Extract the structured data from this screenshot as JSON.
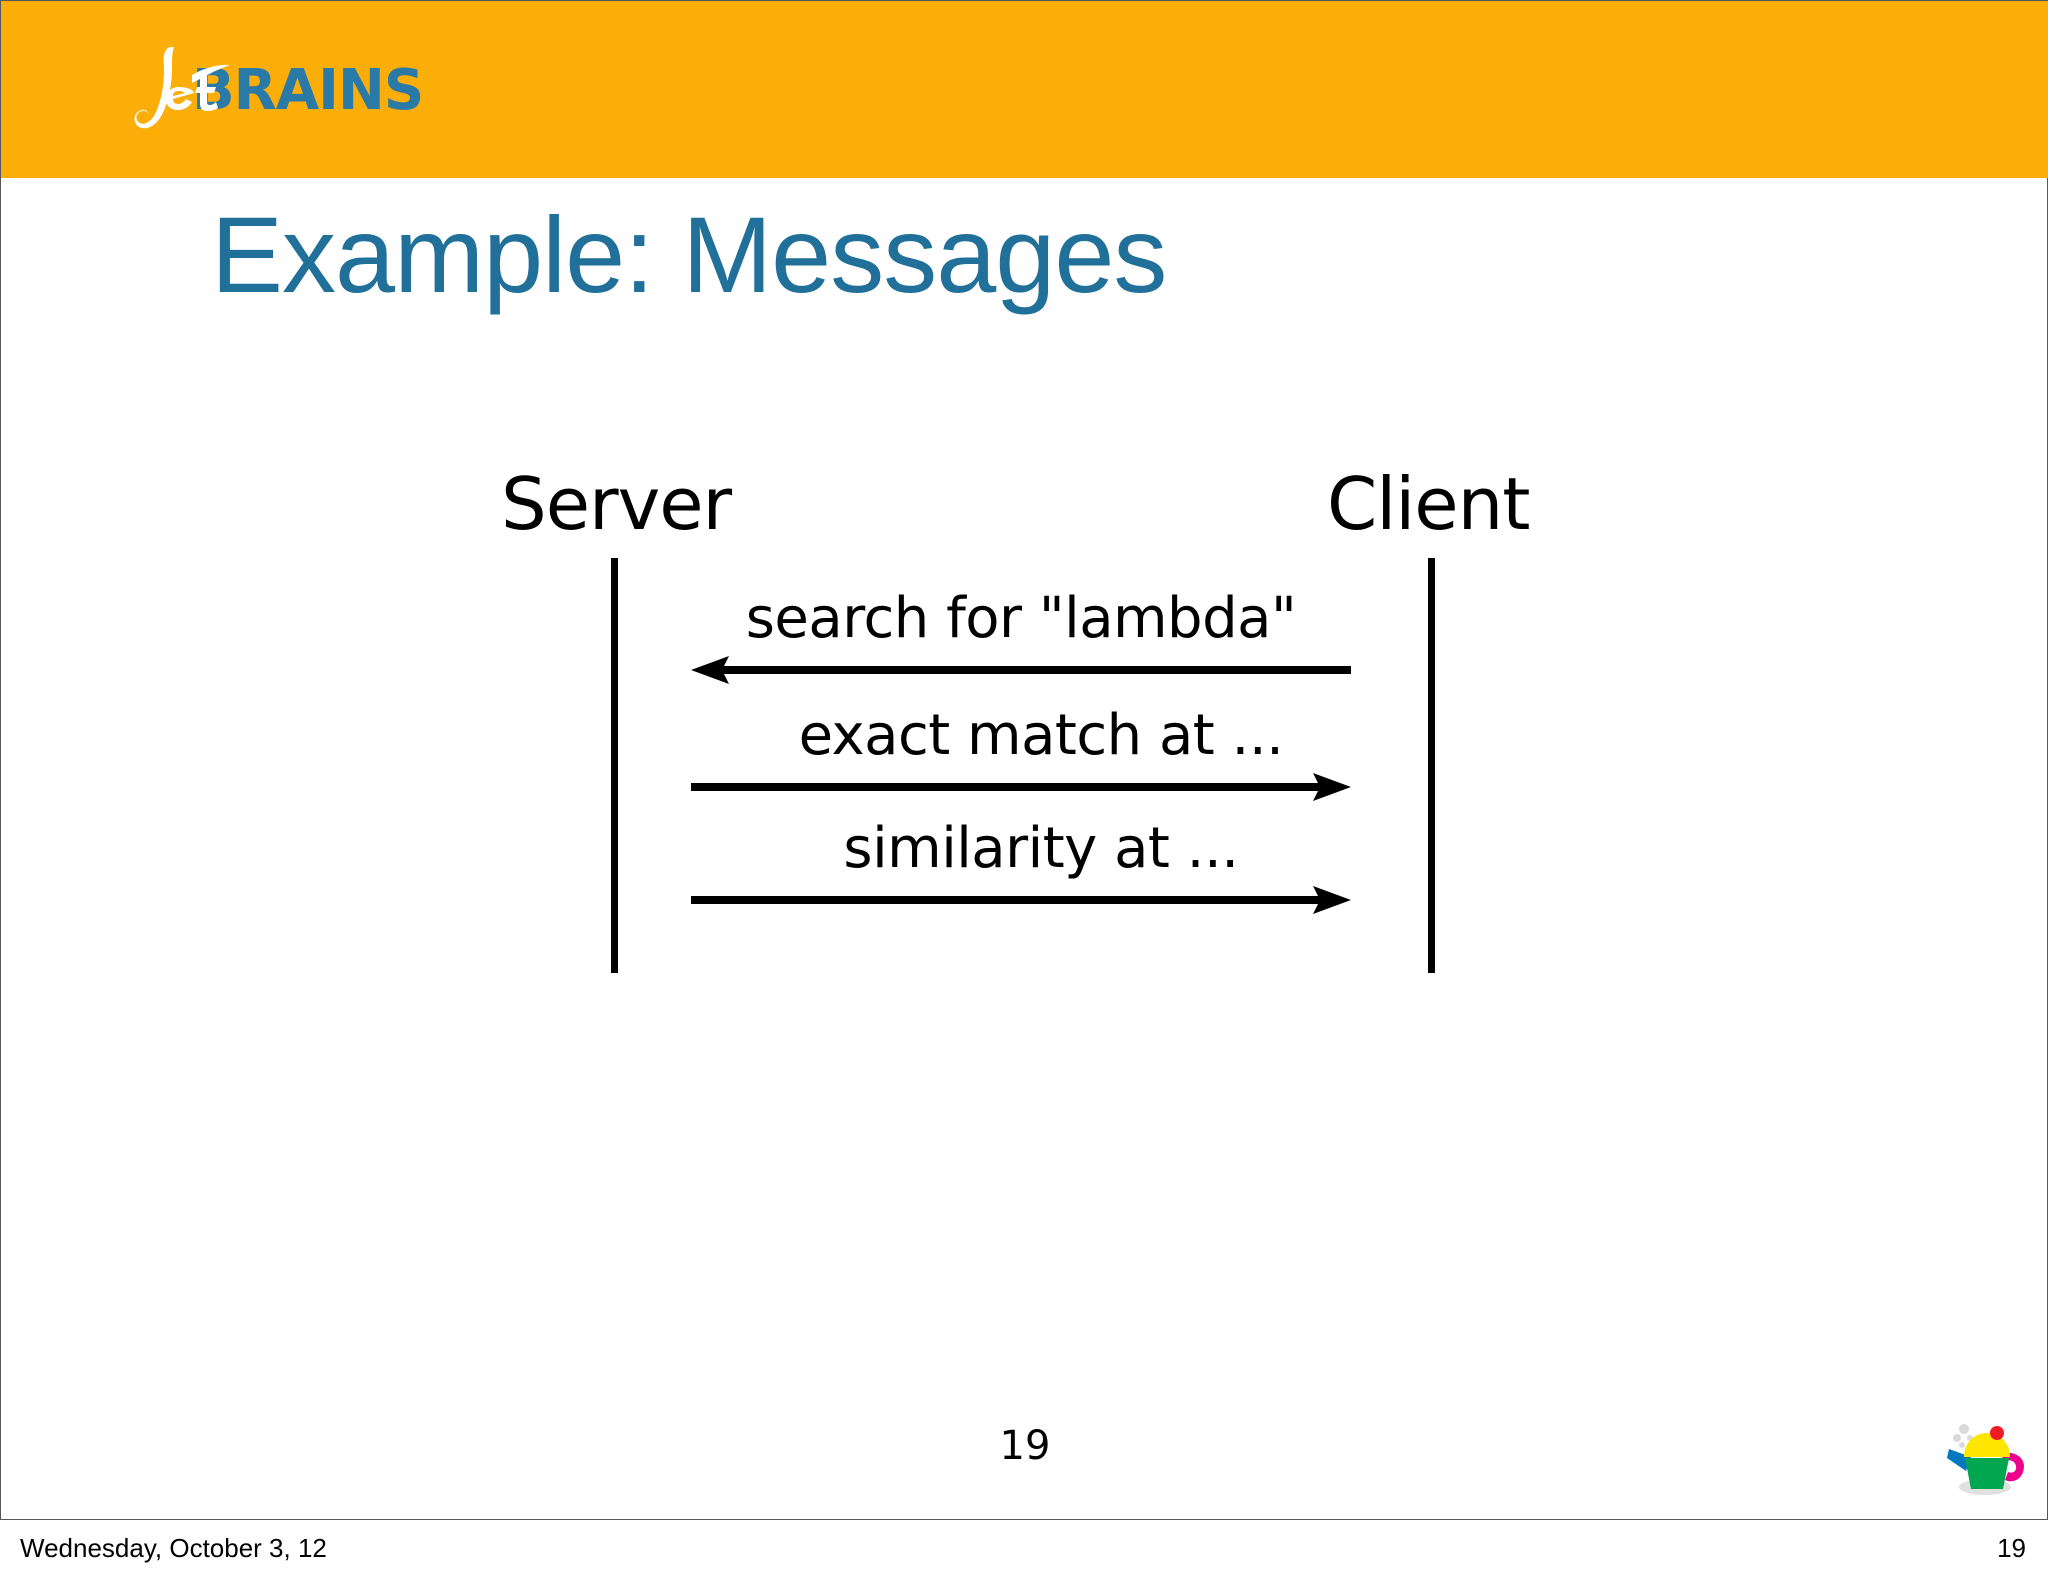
{
  "slide": {
    "title": "Example: Messages",
    "page_number": "19",
    "brand": {
      "logo_script": "Jet",
      "logo_word": "BRAINS",
      "bar_color": "#fbad08",
      "title_color": "#20709a",
      "logo_word_color": "#2a7aa8",
      "logo_script_color": "#ffffff"
    }
  },
  "diagram": {
    "type": "sequence",
    "actors": [
      {
        "name": "Server"
      },
      {
        "name": "Client"
      }
    ],
    "messages": [
      {
        "label": "search for \"lambda\"",
        "from": "Client",
        "to": "Server",
        "direction": "left"
      },
      {
        "label": "exact match at ...",
        "from": "Server",
        "to": "Client",
        "direction": "right"
      },
      {
        "label": "similarity at ...",
        "from": "Server",
        "to": "Client",
        "direction": "right"
      }
    ]
  },
  "teapot": {
    "icon": "teapot-icon",
    "body_color": "#00a650",
    "lid_color": "#ffe600",
    "knob_color": "#ed1c24",
    "spout_color": "#0079c1",
    "handle_color": "#ec008c",
    "steam_color": "#d9d9d9"
  },
  "footer": {
    "date": "Wednesday, October 3, 12",
    "page": "19"
  }
}
